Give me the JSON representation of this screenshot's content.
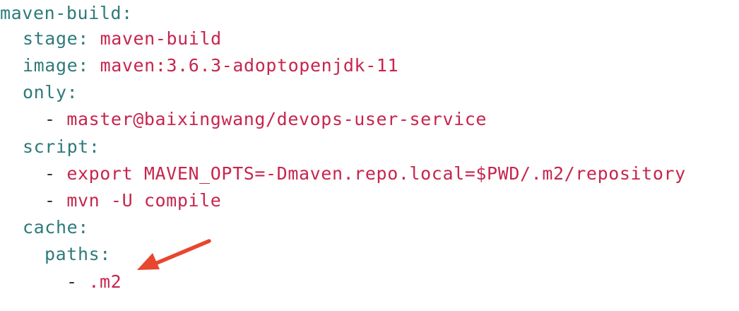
{
  "code": {
    "root_key": "maven-build",
    "stage": {
      "key": "stage",
      "value": "maven-build"
    },
    "image": {
      "key": "image",
      "value": "maven:3.6.3-adoptopenjdk-11"
    },
    "only": {
      "key": "only",
      "items": [
        "master@baixingwang/devops-user-service"
      ]
    },
    "script": {
      "key": "script",
      "items": [
        "export MAVEN_OPTS=-Dmaven.repo.local=$PWD/.m2/repository",
        "mvn -U compile"
      ]
    },
    "cache": {
      "key": "cache",
      "paths_key": "paths",
      "paths": [
        ".m2"
      ]
    },
    "colon": ":",
    "dash": "-"
  },
  "annotation": {
    "arrow_color": "#e8462f"
  }
}
